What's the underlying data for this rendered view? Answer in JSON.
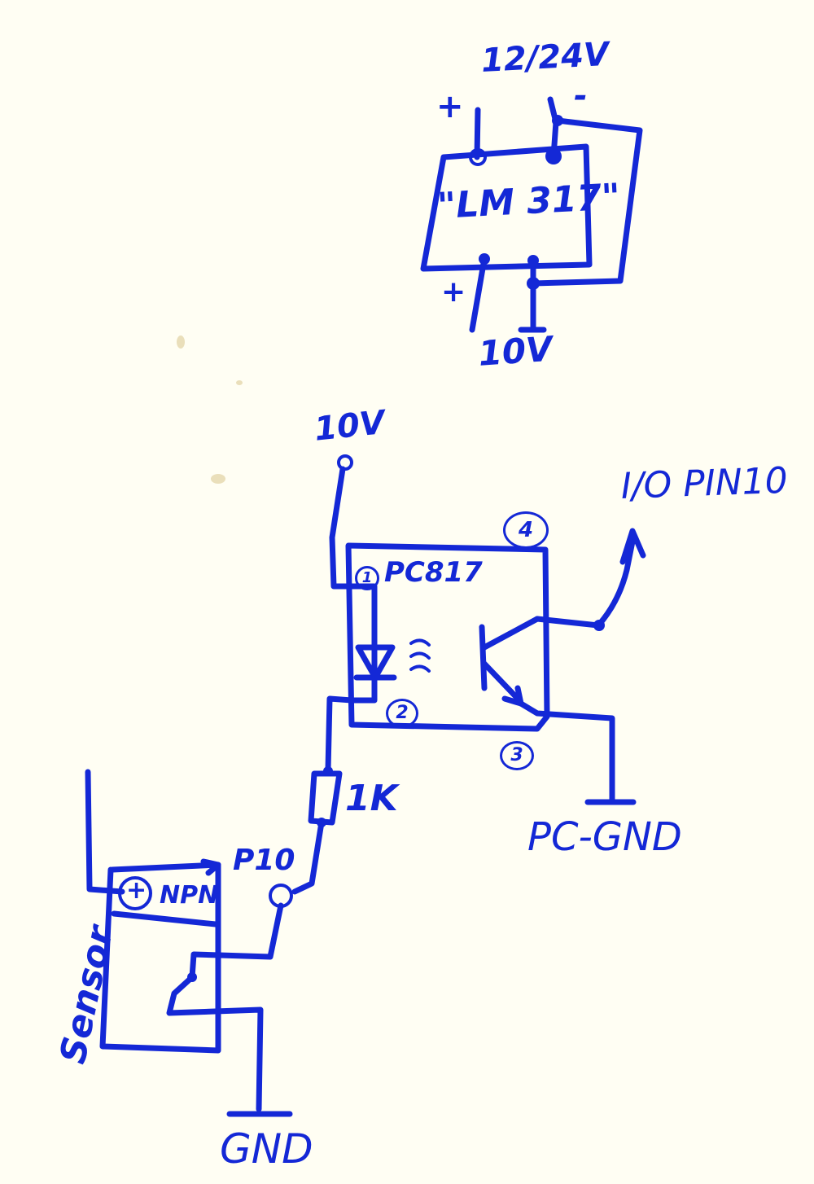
{
  "diagram": {
    "regulator": {
      "supply_label": "12/24V",
      "plus_in": "+",
      "minus_in": "-",
      "ic_label": "\"LM 317\"",
      "plus_out": "+",
      "output_label": "10V"
    },
    "optocoupler": {
      "supply_label": "10V",
      "ic_label": "PC817",
      "pin1": "1",
      "pin2": "2",
      "pin3": "3",
      "pin4": "4",
      "resistor_label": "1K",
      "io_label": "I/O PIN10",
      "pc_gnd_label": "PC-GND"
    },
    "sensor": {
      "label": "Sensor",
      "plus_marker": "+",
      "type_label": "NPN",
      "pin_label": "P10",
      "gnd_label": "GND"
    },
    "colors": {
      "ink": "#1428d6",
      "paper": "#fffef3"
    }
  }
}
